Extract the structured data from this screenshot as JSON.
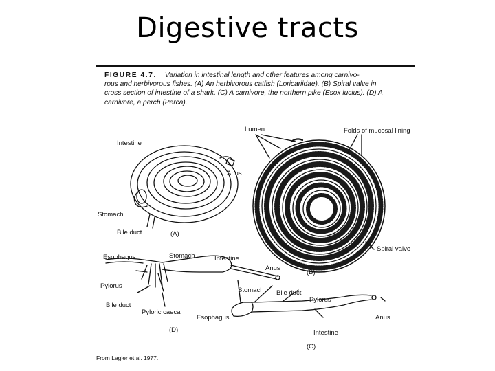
{
  "slide": {
    "title": "Digestive tracts"
  },
  "figure": {
    "label": "FIGURE 4.7.",
    "caption_line1": "Variation in intestinal length and other features among carnivo-",
    "caption_line2": "rous and herbivorous fishes. (A) An herbivorous catfish (Loricariidae). (B) Spiral valve in",
    "caption_line3": "cross section of intestine of a shark. (C) A carnivore, the northern pike (Esox lucius). (D) A",
    "caption_line4": "carnivore, a perch (Perca).",
    "credit": "From Lagler et al. 1977."
  },
  "labels": {
    "a_intestine": "Intestine",
    "a_anus": "Anus",
    "a_stomach": "Stomach",
    "a_bile_duct": "Bile duct",
    "a_panel": "(A)",
    "b_lumen": "Lumen",
    "b_folds": "Folds of mucosal lining",
    "b_spiral_valve": "Spiral valve",
    "b_panel": "(B)",
    "d_esophagus": "Esophagus",
    "d_stomach": "Stomach",
    "d_intestine": "Intestine",
    "d_anus": "Anus",
    "d_pylorus": "Pylorus",
    "d_bile_duct": "Bile duct",
    "d_pyloric_caeca": "Pyloric caeca",
    "d_panel": "(D)",
    "c_stomach": "Stomach",
    "c_bile_duct": "Bile duct",
    "c_pylorus": "Pylorus",
    "c_esophagus": "Esophagus",
    "c_anus": "Anus",
    "c_intestine": "Intestine",
    "c_panel": "(C)"
  },
  "colors": {
    "ink": "#111111",
    "valve_fill": "#1a1a1a"
  }
}
